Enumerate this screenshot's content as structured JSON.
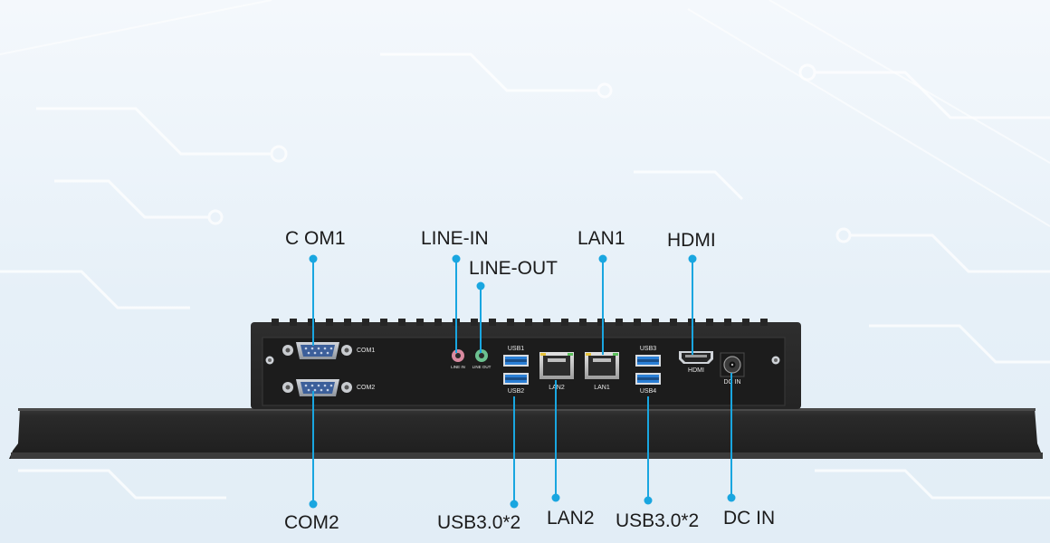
{
  "colors": {
    "background": "#eaf3fa",
    "leader_line": "#19a6e0",
    "chassis": "#2b2b2b",
    "panel": "#1f1f1f",
    "usb_blue": "#2a7fd6",
    "line_in_pink": "#d98aa0",
    "line_out_green": "#6cc08f"
  },
  "callouts": {
    "com1": "C OM1",
    "line_in": "LINE-IN",
    "line_out": "LINE-OUT",
    "lan1": "LAN1",
    "hdmi": "HDMI",
    "com2": "COM2",
    "usb_left": "USB3.0*2",
    "lan2": "LAN2",
    "usb_right": "USB3.0*2",
    "dc_in": "DC IN"
  },
  "panel_labels": {
    "com1": "COM1",
    "com2": "COM2",
    "line_in": "LINE IN",
    "line_out": "LINE OUT",
    "usb1": "USB1",
    "usb2": "USB2",
    "lan2": "LAN2",
    "lan1": "LAN1",
    "usb3": "USB3",
    "usb4": "USB4",
    "hdmi": "HDMI",
    "dc_in": "DC IN"
  },
  "icons": {
    "db9_port": "serial-port-icon",
    "rj45_port": "ethernet-port-icon",
    "usb_port": "usb-port-icon",
    "hdmi_port": "hdmi-port-icon",
    "audio_jack": "audio-jack-icon",
    "dc_jack": "dc-power-jack-icon",
    "screw": "screw-icon"
  }
}
